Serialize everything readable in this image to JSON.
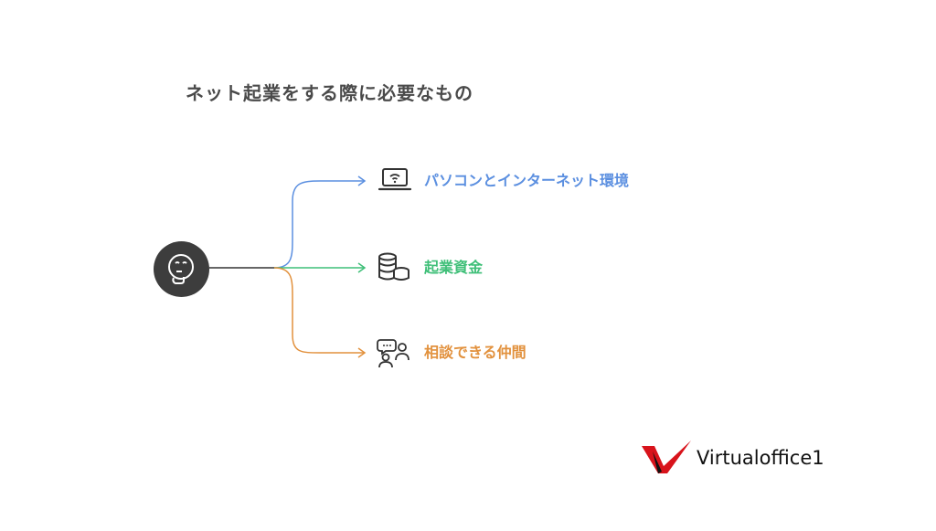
{
  "title": "ネット起業をする際に必要なもの",
  "items": [
    {
      "label": "パソコンとインターネット環境",
      "color": "#5b8fe0",
      "icon": "laptop-wifi-icon"
    },
    {
      "label": "起業資金",
      "color": "#3fbf78",
      "icon": "coin-stack-icon"
    },
    {
      "label": "相談できる仲間",
      "color": "#e2913d",
      "icon": "people-chat-icon"
    }
  ],
  "hub_icon": "thinking-face-icon",
  "logo": {
    "text": "Virtualoffice1",
    "accent_color": "#d8131b"
  }
}
